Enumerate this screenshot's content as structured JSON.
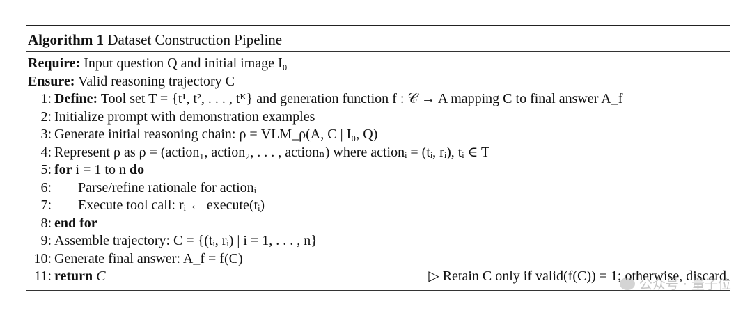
{
  "algorithm": {
    "label": "Algorithm 1",
    "title": "Dataset Construction Pipeline"
  },
  "require": {
    "keyword": "Require:",
    "text": "Input question Q and initial image I₀"
  },
  "ensure": {
    "keyword": "Ensure:",
    "text": "Valid reasoning trajectory C"
  },
  "steps": [
    {
      "num": "1:",
      "keyword": "Define:",
      "text": "Tool set T = {t¹, t², . . . , tᴷ} and generation function f : 𝒞 → A mapping C to final answer A_f"
    },
    {
      "num": "2:",
      "text": "Initialize prompt with demonstration examples"
    },
    {
      "num": "3:",
      "text": "Generate initial reasoning chain: ρ = VLM_ρ(A, C | I₀, Q)"
    },
    {
      "num": "4:",
      "text": "Represent ρ as ρ = (action₁, action₂, . . . , actionₙ) where actionᵢ = (tᵢ, rᵢ),  tᵢ ∈ T"
    },
    {
      "num": "5:",
      "keyword": "for",
      "text": "i = 1 to n",
      "keyword2": "do"
    },
    {
      "num": "6:",
      "text": "Parse/refine rationale for actionᵢ"
    },
    {
      "num": "7:",
      "text": "Execute tool call: rᵢ ← execute(tᵢ)"
    },
    {
      "num": "8:",
      "keyword": "end for"
    },
    {
      "num": "9:",
      "text": "Assemble trajectory: C = {(tᵢ, rᵢ) | i = 1, . . . , n}"
    },
    {
      "num": "10:",
      "text": "Generate final answer: A_f = f(C)"
    },
    {
      "num": "11:",
      "keyword": "return",
      "text": "C",
      "comment": "▷ Retain C only if valid(f(C)) = 1; otherwise, discard."
    }
  ],
  "watermark": "公众号 · 量子位"
}
